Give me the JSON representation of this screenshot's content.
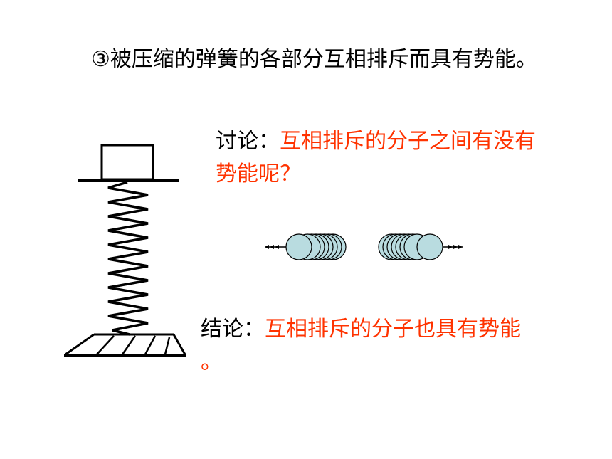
{
  "slide": {
    "heading": "③被压缩的弹簧的各部分互相排斥而具有势能。",
    "discussion": {
      "label": "讨论：",
      "text": "互相排斥的分子之间有没有势能呢？"
    },
    "conclusion": {
      "label": "结论：",
      "text": "互相排斥的分子也具有势能",
      "end_mark": "。"
    },
    "accent_color": "#ff3300",
    "molecule_color": "#b9dce0"
  }
}
